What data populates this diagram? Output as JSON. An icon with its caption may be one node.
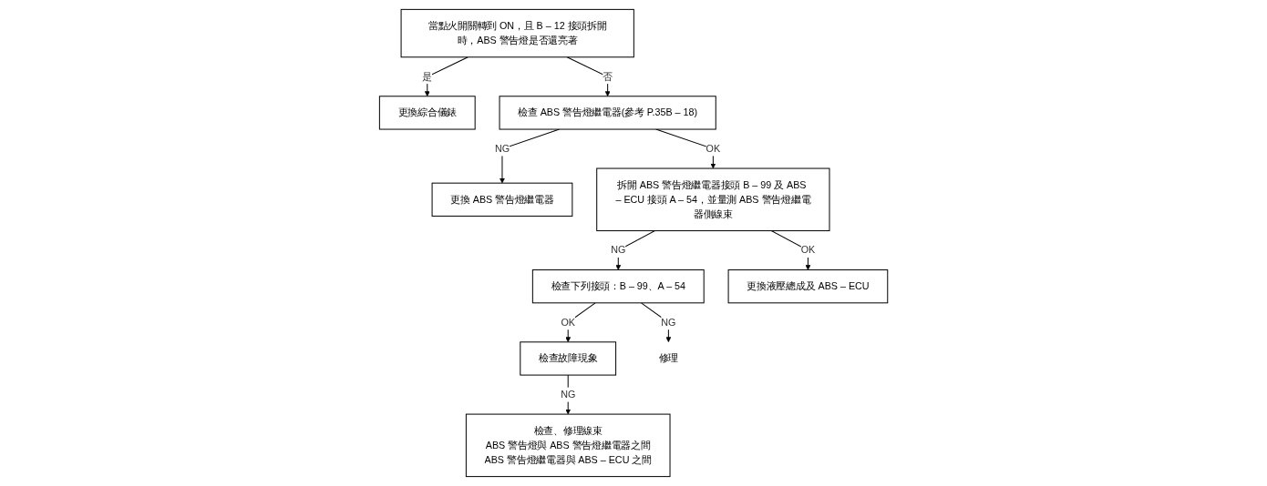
{
  "diagram": {
    "nodes": [
      {
        "text": [
          "當點火開關轉到 ON，且 B – 12 接頭拆開時，ABS 警告燈是否還亮著"
        ]
      },
      {
        "text": [
          "更換綜合儀錶"
        ]
      },
      {
        "text": [
          "檢查 ABS 警告燈繼電器(參考 P.35B – 18)"
        ]
      },
      {
        "text": [
          "更換 ABS 警告燈繼電器"
        ]
      },
      {
        "text": [
          "拆開 ABS 警告燈繼電器接頭 B – 99 及 ABS – ECU 接頭 A – 54，並量測 ABS 警告燈繼電器側線束"
        ]
      },
      {
        "text": [
          "檢查下列接頭：B – 99、A – 54"
        ]
      },
      {
        "text": [
          "更換液壓總成及 ABS – ECU"
        ]
      },
      {
        "text": [
          "檢查故障現象"
        ]
      },
      {
        "text": [
          "修理"
        ]
      },
      {
        "text": [
          "檢查、修理線束",
          "ABS 警告燈與 ABS 警告燈繼電器之間",
          "ABS 警告燈繼電器與 ABS – ECU 之間"
        ]
      }
    ],
    "edges": [
      {
        "from": 0,
        "to": 1,
        "arrow": "to",
        "label": "是"
      },
      {
        "from": 0,
        "to": 2,
        "arrow": "to",
        "label": "否"
      },
      {
        "from": 2,
        "to": 3,
        "arrow": "to",
        "label": "NG"
      },
      {
        "from": 2,
        "to": 4,
        "arrow": "to",
        "label": "OK"
      },
      {
        "from": 4,
        "to": 5,
        "arrow": "to",
        "label": "NG"
      },
      {
        "from": 4,
        "to": 6,
        "arrow": "to",
        "label": "OK"
      },
      {
        "from": 5,
        "to": 7,
        "arrow": "to",
        "label": "OK"
      },
      {
        "from": 5,
        "to": 8,
        "arrow": "to",
        "label": "NG"
      },
      {
        "from": 7,
        "to": 9,
        "arrow": "to",
        "label": "NG"
      }
    ]
  }
}
